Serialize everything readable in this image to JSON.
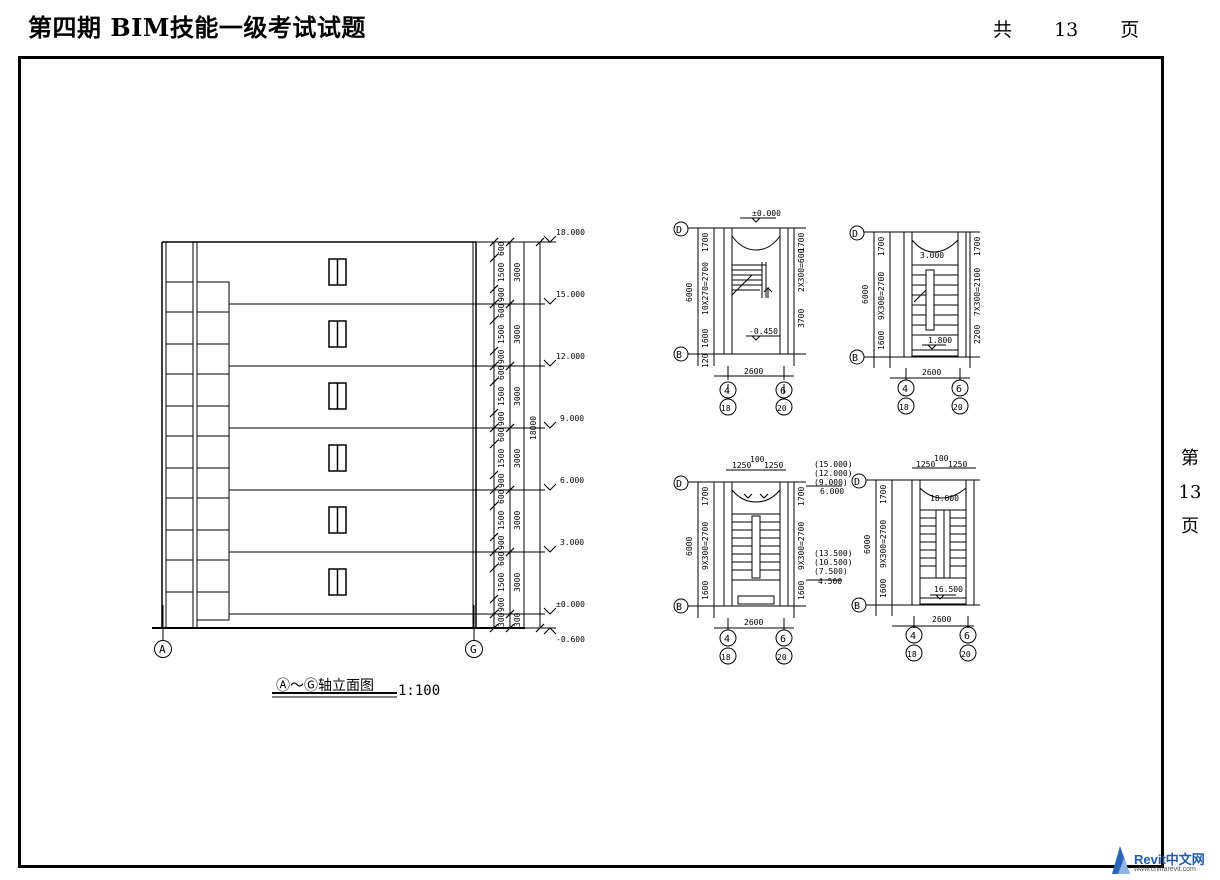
{
  "header": {
    "title": "第四期 BIM技能一级考试试题",
    "total_pages": [
      "共",
      "13",
      "页"
    ]
  },
  "side_page": [
    "第",
    "13",
    "页"
  ],
  "elevation": {
    "caption": "Ⓐ～Ⓖ轴立面图",
    "scale": "1:100",
    "axis_left": "A",
    "axis_right": "G",
    "levels": [
      "18.000",
      "15.000",
      "12.000",
      "9.000",
      "6.000",
      "3.000",
      "±0.000",
      "-0.600"
    ],
    "floor_dims": [
      "600",
      "1500",
      "900"
    ],
    "story_dim": "3000",
    "bottom_dims": [
      "300",
      "300"
    ],
    "total_dim": "18000"
  },
  "stairs": {
    "axis_top": "D",
    "axis_bottom": "B",
    "axes_left": [
      "4",
      "18"
    ],
    "axes_right": [
      "6",
      "20"
    ],
    "width_dim": "2600",
    "height_dim": "6000",
    "plan1": {
      "top_level": "±0.000",
      "landing_level": "-0.450",
      "left_dims": [
        "1700",
        "10X270=2700",
        "1600",
        "120"
      ],
      "right_dims": [
        "1700",
        "2X300=600",
        "3700"
      ]
    },
    "plan2": {
      "upper_level": "3.000",
      "landing_level": "1.800",
      "left_dims": [
        "1700",
        "9X300=2700",
        "1600"
      ],
      "right_dims": [
        "1700",
        "7X300=2100",
        "2200"
      ]
    },
    "plan3": {
      "top_dims": [
        "1250",
        "100",
        "1250"
      ],
      "floor_levels": [
        "(15.000)",
        "(12.000)",
        "(9.000)",
        "6.000"
      ],
      "landing_levels": [
        "(13.500)",
        "(10.500)",
        "(7.500)",
        "4.500"
      ],
      "left_dims": [
        "1700",
        "9X300=2700",
        "1600"
      ],
      "right_dims": [
        "1700",
        "9X300=2700",
        "1600"
      ]
    },
    "plan4": {
      "top_dims": [
        "1250",
        "100",
        "1250"
      ],
      "floor_level": "18.000",
      "landing_level": "16.500",
      "left_dims": [
        "1700",
        "9X300=2700",
        "1600"
      ]
    }
  },
  "watermark": {
    "brand": "Revit中文网",
    "site": "www.chinarevit.com"
  }
}
